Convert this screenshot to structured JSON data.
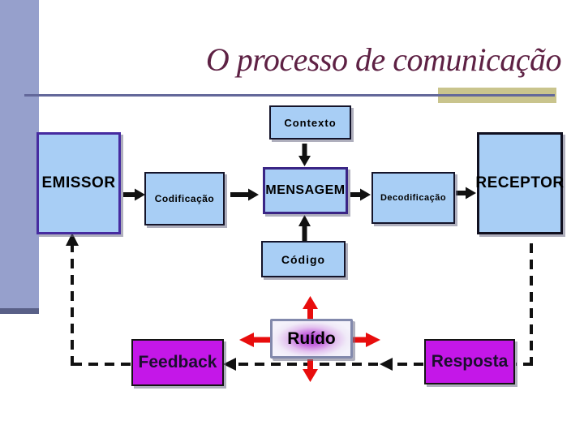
{
  "slide": {
    "title": "O processo de comunicação",
    "colors": {
      "title_text": "#5E2144",
      "sidebar": "#96A0CC",
      "sidebar_edge": "#596087",
      "rule_line": "#63689A",
      "rule_accent": "#C9C48D",
      "box_blue_fill": "#A8CEF5",
      "box_purple_border": "#462BA0",
      "box_magenta_fill": "#C417E8",
      "ruido_glow": "#AE3BD6",
      "arrow_black": "#111111",
      "arrow_red": "#E80D0D"
    },
    "diagram": {
      "contexto": "Contexto",
      "emissor": "EMISSOR",
      "codificacao": "Codificação",
      "mensagem": "MENSAGEM",
      "decodificacao": "Decodificação",
      "receptor": "RECEPTOR",
      "codigo": "Código",
      "ruido": "Ruído",
      "feedback": "Feedback",
      "resposta": "Resposta"
    }
  }
}
